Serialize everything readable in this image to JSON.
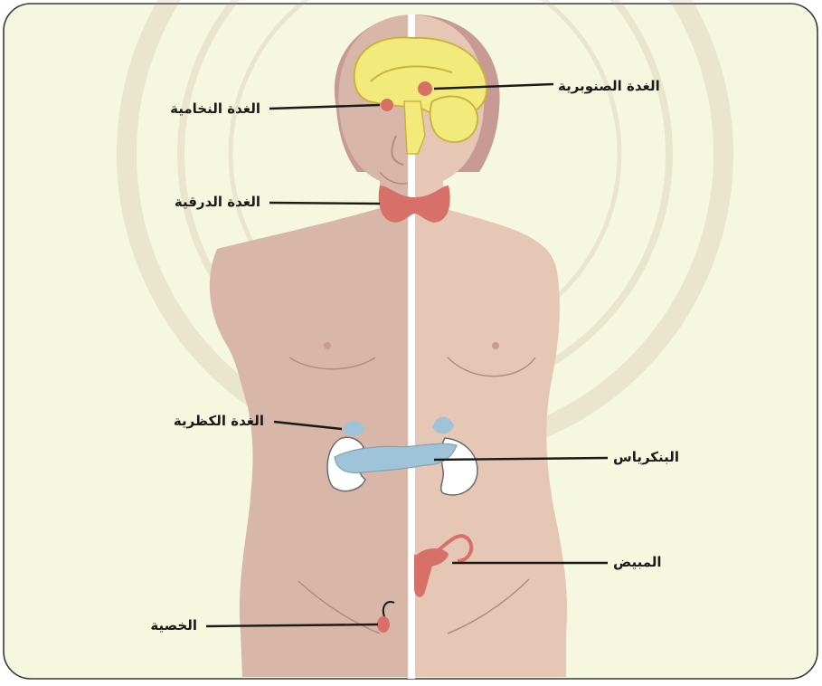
{
  "diagram": {
    "colors": {
      "panel_background": "#f6f7df",
      "panel_border": "#3a3a3a",
      "body_female": "#e6c7b5",
      "body_male": "#d9b7a8",
      "divider": "#ffffff",
      "brain": "#f3ea7c",
      "brain_outline": "#c9b53e",
      "gland_red": "#d8706a",
      "gland_blue": "#9fc3d8",
      "kidney": "#ffffff",
      "leader_line": "#1a1a1a"
    },
    "labels": {
      "pineal": "الغدة الصنوبرية",
      "pituitary": "الغدة النخامية",
      "thyroid": "الغدة الدرقية",
      "adrenal": "الغدة الكظرية",
      "pancreas": "البنكرياس",
      "ovary": "المبيض",
      "testis": "الخصية"
    }
  }
}
